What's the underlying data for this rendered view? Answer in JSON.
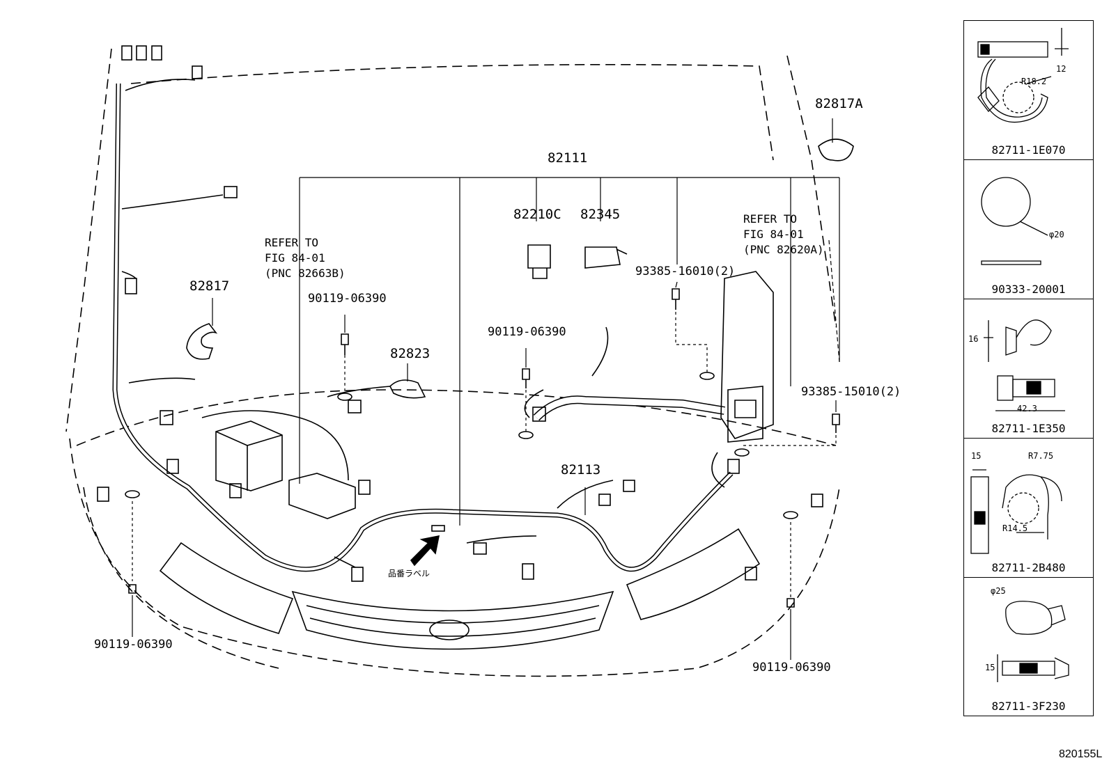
{
  "callouts": {
    "p82111": "82111",
    "p82817a": "82817A",
    "p82210c": "82210C",
    "p82345": "82345",
    "p82817": "82817",
    "p82823": "82823",
    "p82113": "82113",
    "bolt_left_top": "90119-06390",
    "bolt_center": "90119-06390",
    "bolt_bottom_left": "90119-06390",
    "bolt_bottom_right": "90119-06390",
    "screw_top": "93385-16010(2)",
    "screw_right": "93385-15010(2)"
  },
  "refer_left": {
    "line1": "REFER TO",
    "line2": "FIG 84-01",
    "line3": "(PNC 82663B)"
  },
  "refer_right": {
    "line1": "REFER TO",
    "line2": "FIG 84-01",
    "line3": "(PNC 82620A)"
  },
  "label_note": "品番ラベル",
  "figure_ref": "820155L",
  "details": [
    {
      "part": "82711-1E070",
      "dims": [
        "12",
        "R18.2"
      ]
    },
    {
      "part": "90333-20001",
      "dims": [
        "φ20"
      ]
    },
    {
      "part": "82711-1E350",
      "dims": [
        "16",
        "42.3"
      ]
    },
    {
      "part": "82711-2B480",
      "dims": [
        "15",
        "R7.75",
        "R14.5"
      ]
    },
    {
      "part": "82711-3F230",
      "dims": [
        "φ25",
        "15"
      ]
    }
  ]
}
